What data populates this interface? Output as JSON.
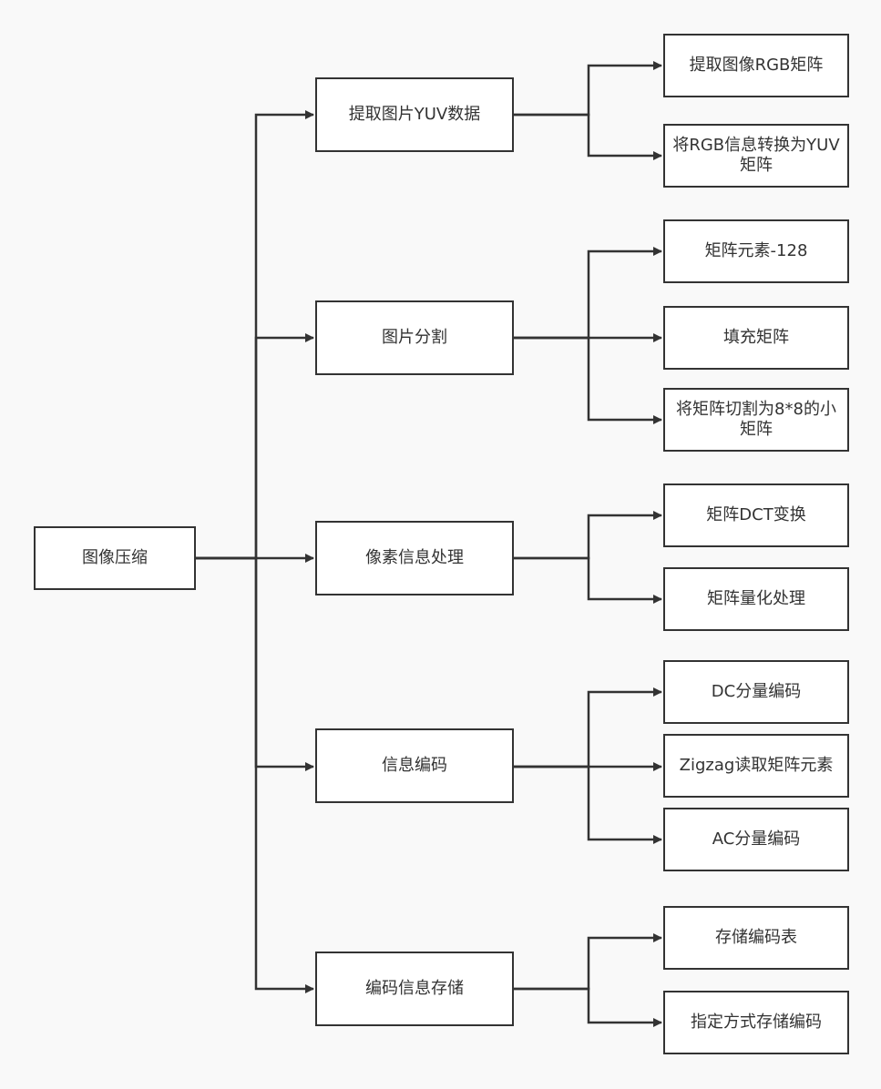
{
  "colors": {
    "background": "#f9f9f9",
    "line": "#333333",
    "box_fill": "#ffffff",
    "text": "#333333"
  },
  "nodes": {
    "root": "图像压缩",
    "l1": [
      "提取图片YUV数据",
      "图片分割",
      "像素信息处理",
      "信息编码",
      "编码信息存储"
    ],
    "l2": [
      "提取图像RGB矩阵",
      "将RGB信息转换为YUV矩阵",
      "矩阵元素-128",
      "填充矩阵",
      "将矩阵切割为8*8的小矩阵",
      "矩阵DCT变换",
      "矩阵量化处理",
      "DC分量编码",
      "Zigzag读取矩阵元素",
      "AC分量编码",
      "存储编码表",
      "指定方式存储编码"
    ]
  }
}
